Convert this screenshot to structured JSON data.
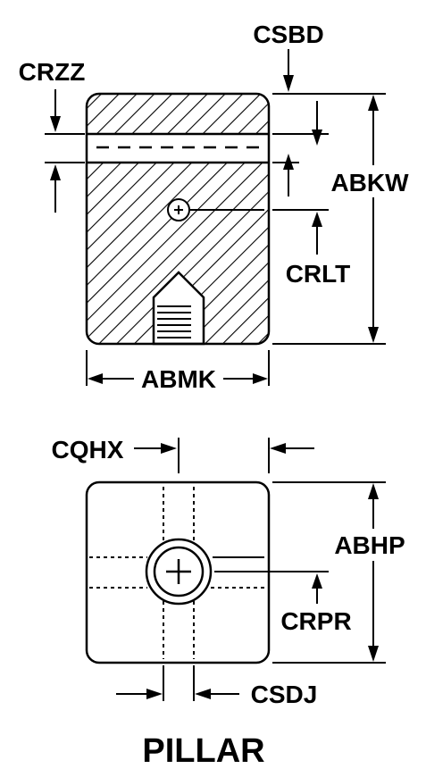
{
  "labels": {
    "csbd": "CSBD",
    "crzz": "CRZZ",
    "abkw": "ABKW",
    "crlt": "CRLT",
    "abmk": "ABMK",
    "cqhx": "CQHX",
    "abhp": "ABHP",
    "crpr": "CRPR",
    "csdj": "CSDJ",
    "caption": "PILLAR"
  },
  "colors": {
    "ink": "#000000",
    "paper": "#ffffff"
  }
}
